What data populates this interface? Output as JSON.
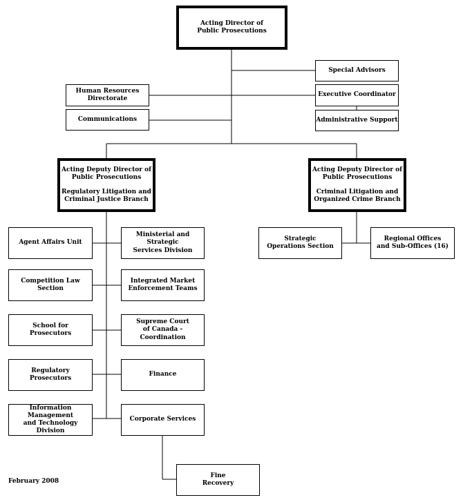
{
  "director": {
    "line1": "Acting Director of",
    "line2": "Public Prosecutions"
  },
  "special_advisors": "Special Advisors",
  "executive_coordinator": "Executive Coordinator",
  "administrative_support": "Administrative Support",
  "human_resources": {
    "line1": "Human Resources",
    "line2": "Directorate"
  },
  "communications": "Communications",
  "deputy_left": {
    "line1": "Acting Deputy Director of",
    "line2": "Public Prosecutions",
    "line3": "Regulatory Litigation and",
    "line4": "Criminal Justice Branch"
  },
  "deputy_right": {
    "line1": "Acting Deputy Director of",
    "line2": "Public Prosecutions",
    "line3": "Criminal Litigation and",
    "line4": "Organized Crime Branch"
  },
  "strategic_ops": {
    "line1": "Strategic",
    "line2": "Operations Section"
  },
  "regional_offices": {
    "line1": "Regional Offices",
    "line2": "and Sub-Offices (16)"
  },
  "left_units": [
    {
      "line1": "Agent Affairs Unit",
      "line2": ""
    },
    {
      "line1": "Competition Law",
      "line2": "Section"
    },
    {
      "line1": "School for",
      "line2": "Prosecutors"
    },
    {
      "line1": "Regulatory",
      "line2": "Prosecutors"
    },
    {
      "line1": "Information Management",
      "line2": "and Technology Division"
    }
  ],
  "right_units": [
    {
      "line1": "Ministerial and Strategic",
      "line2": "Services Division"
    },
    {
      "line1": "Integrated Market",
      "line2": "Enforcement Teams"
    },
    {
      "line1": "Supreme Court",
      "line2": "of Canada - Coordination"
    },
    {
      "line1": "Finance",
      "line2": ""
    },
    {
      "line1": "Corporate Services",
      "line2": ""
    }
  ],
  "fine_recovery": {
    "line1": "Fine",
    "line2": "Recovery"
  },
  "footer_date": "February 2008"
}
